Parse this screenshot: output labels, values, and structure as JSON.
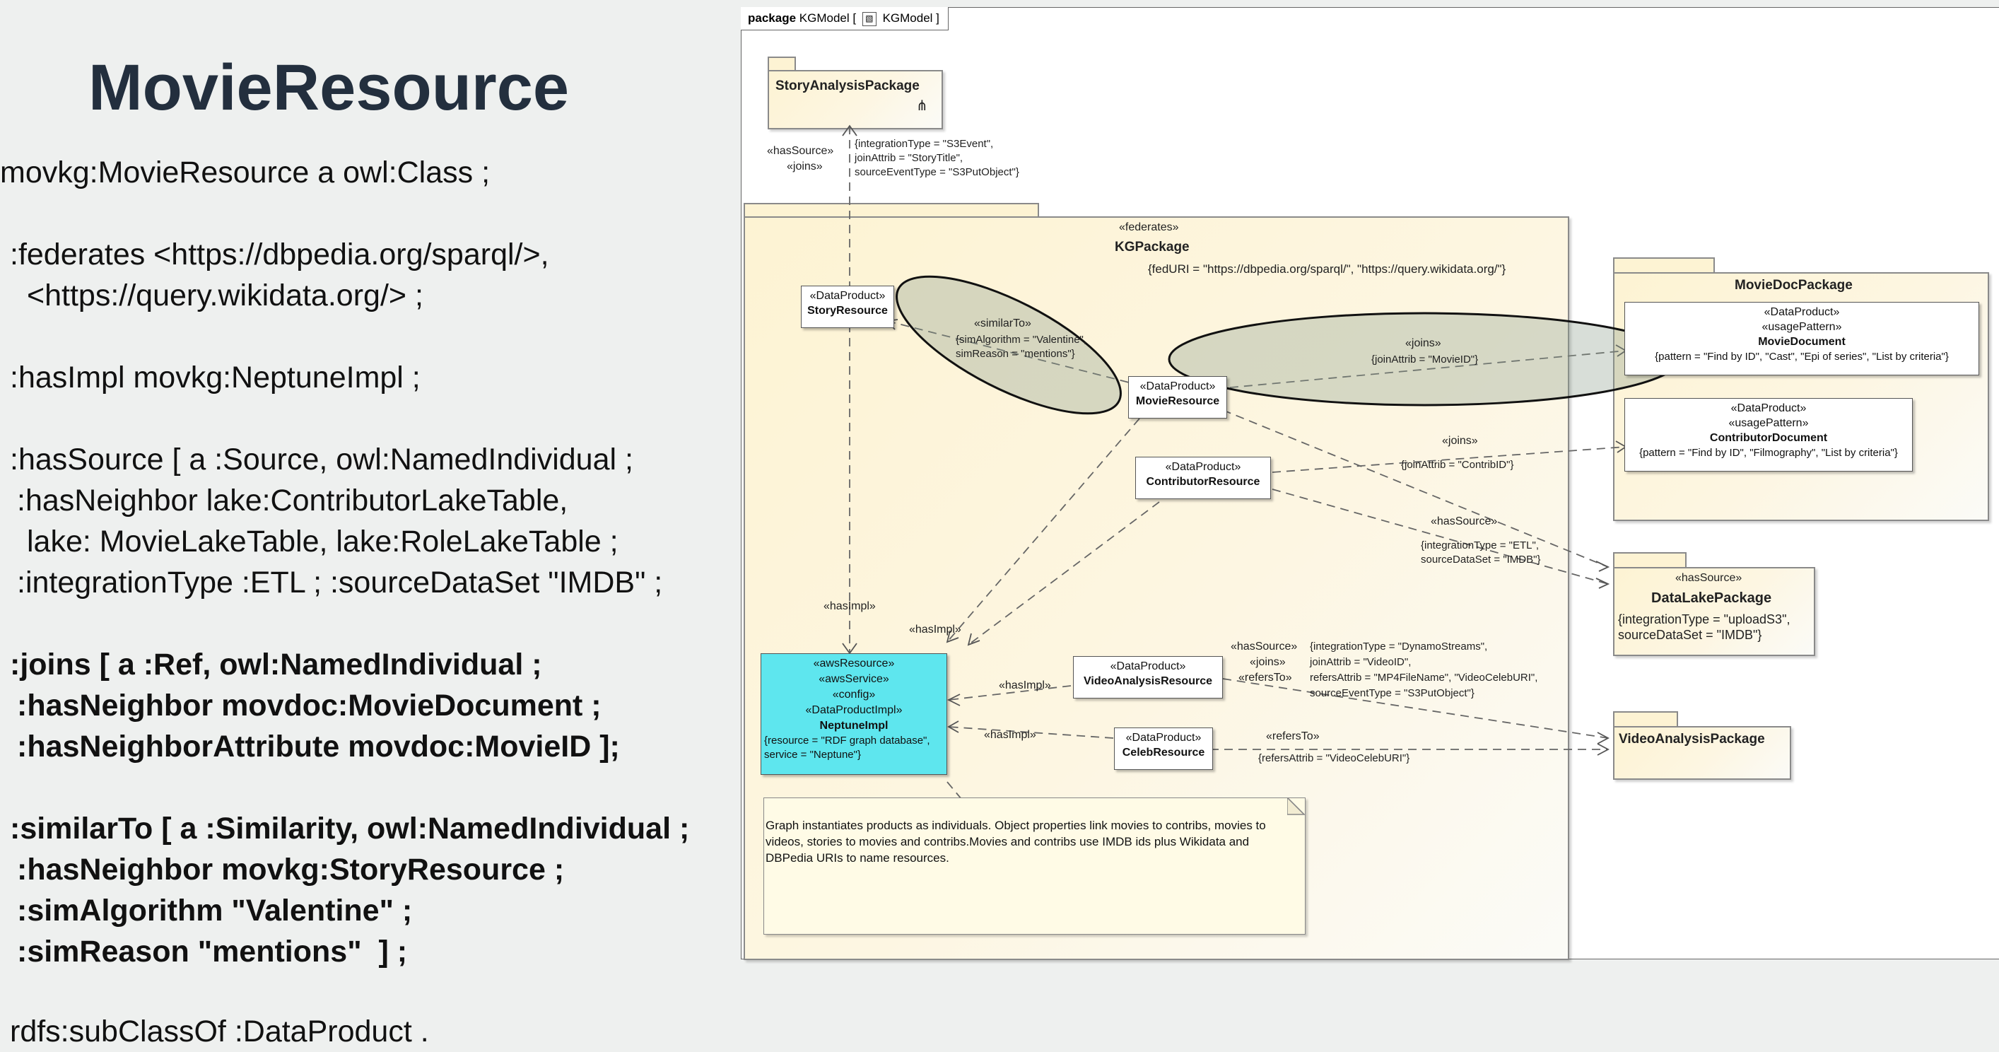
{
  "title": "MovieResource",
  "code": {
    "l1": "movkg:MovieResource a owl:Class ;",
    "l2": ":federates <https://dbpedia.org/sparql/>,",
    "l3": "<https://query.wikidata.org/> ;",
    "l4": ":hasImpl movkg:NeptuneImpl ;",
    "l5": ":hasSource [ a :Source, owl:NamedIndividual ;",
    "l6": ":hasNeighbor lake:ContributorLakeTable,",
    "l7": "lake: MovieLakeTable, lake:RoleLakeTable ;",
    "l8": ":integrationType :ETL ; :sourceDataSet \"IMDB\" ;",
    "l9": ":joins [ a :Ref, owl:NamedIndividual ;",
    "l10": ":hasNeighbor movdoc:MovieDocument ;",
    "l11": ":hasNeighborAttribute movdoc:MovieID ];",
    "l12": ":similarTo [ a :Similarity, owl:NamedIndividual ;",
    "l13": ":hasNeighbor movkg:StoryResource ;",
    "l14": ":simAlgorithm \"Valentine\" ;",
    "l15": ":simReason \"mentions\"  ] ;",
    "l16": "rdfs:subClassOf :DataProduct ."
  },
  "diagram": {
    "frame_label": "package",
    "frame_name": "KGModel [",
    "frame_name2": "KGModel ]",
    "story_pkg": "StoryAnalysisPackage",
    "has_source_story": "«hasSource»",
    "joins_story": "«joins»",
    "story_tv1": "{integrationType = \"S3Event\",",
    "story_tv2": "joinAttrib = \"StoryTitle\",",
    "story_tv3": "sourceEventType = \"S3PutObject\"}",
    "kg_stereo": "«federates»",
    "kg_name": "KGPackage",
    "kg_fed": "{fedURI = \"https://dbpedia.org/sparql/\", \"https://query.wikidata.org/\"}",
    "dp": "«DataProduct»",
    "story_res": "StoryResource",
    "movie_res": "MovieResource",
    "contrib_res": "ContributorResource",
    "video_res": "VideoAnalysisResource",
    "celeb_res": "CelebResource",
    "similar": "«similarTo»",
    "sim_algo": "{simAlgorithm = \"Valentine\",",
    "sim_reason": "simReason = \"mentions\"}",
    "joins": "«joins»",
    "join_movie": "{joinAttrib = \"MovieID\"}",
    "join_contrib": "{joinAttrib = \"ContribID\"}",
    "has_source": "«hasSource»",
    "etl1": "{integrationType = \"ETL\",",
    "etl2": "sourceDataSet = \"IMDB\"}",
    "has_impl": "«hasImpl»",
    "neptune_s1": "«awsResource»",
    "neptune_s2": "«awsService»",
    "neptune_s3": "«config»",
    "neptune_s4": "«DataProductImpl»",
    "neptune": "NeptuneImpl",
    "neptune_tv1": "{resource = \"RDF graph database\",",
    "neptune_tv2": "service = \"Neptune\"}",
    "video_hs": "«hasSource»",
    "video_joins": "«joins»",
    "video_refers": "«refersTo»",
    "video_tv1": "{integrationType = \"DynamoStreams\",",
    "video_tv2": "joinAttrib = \"VideoID\",",
    "video_tv3": "refersAttrib = \"MP4FileName\", \"VideoCelebURI\",",
    "video_tv4": "sourceEventType = \"S3PutObject\"}",
    "refers": "«refersTo»",
    "refers_tv": "{refersAttrib = \"VideoCelebURI\"}",
    "moviedoc_pkg": "MovieDocPackage",
    "usage": "«usagePattern»",
    "movie_doc": "MovieDocument",
    "movie_doc_tv": "{pattern = \"Find by ID\", \"Cast\", \"Epi of series\", \"List by criteria\"}",
    "contrib_doc": "ContributorDocument",
    "contrib_doc_tv": "{pattern = \"Find by ID\", \"Filmography\", \"List by criteria\"}",
    "lake_stereo": "«hasSource»",
    "lake_pkg": "DataLakePackage",
    "lake_tv1": "{integrationType = \"uploadS3\",",
    "lake_tv2": "sourceDataSet = \"IMDB\"}",
    "video_pkg": "VideoAnalysisPackage",
    "note": "Graph instantiates products as individuals. Object properties link movies to contribs, movies to videos, stories to movies and contribs.Movies and contribs use IMDB ids plus Wikidata and DBPedia URIs to name resources."
  },
  "colors": {
    "title": "#232f3e",
    "neptune_fill": "#5ee6ee",
    "package_fill": "#fdf3d3",
    "highlight": "#cfd9d0"
  }
}
